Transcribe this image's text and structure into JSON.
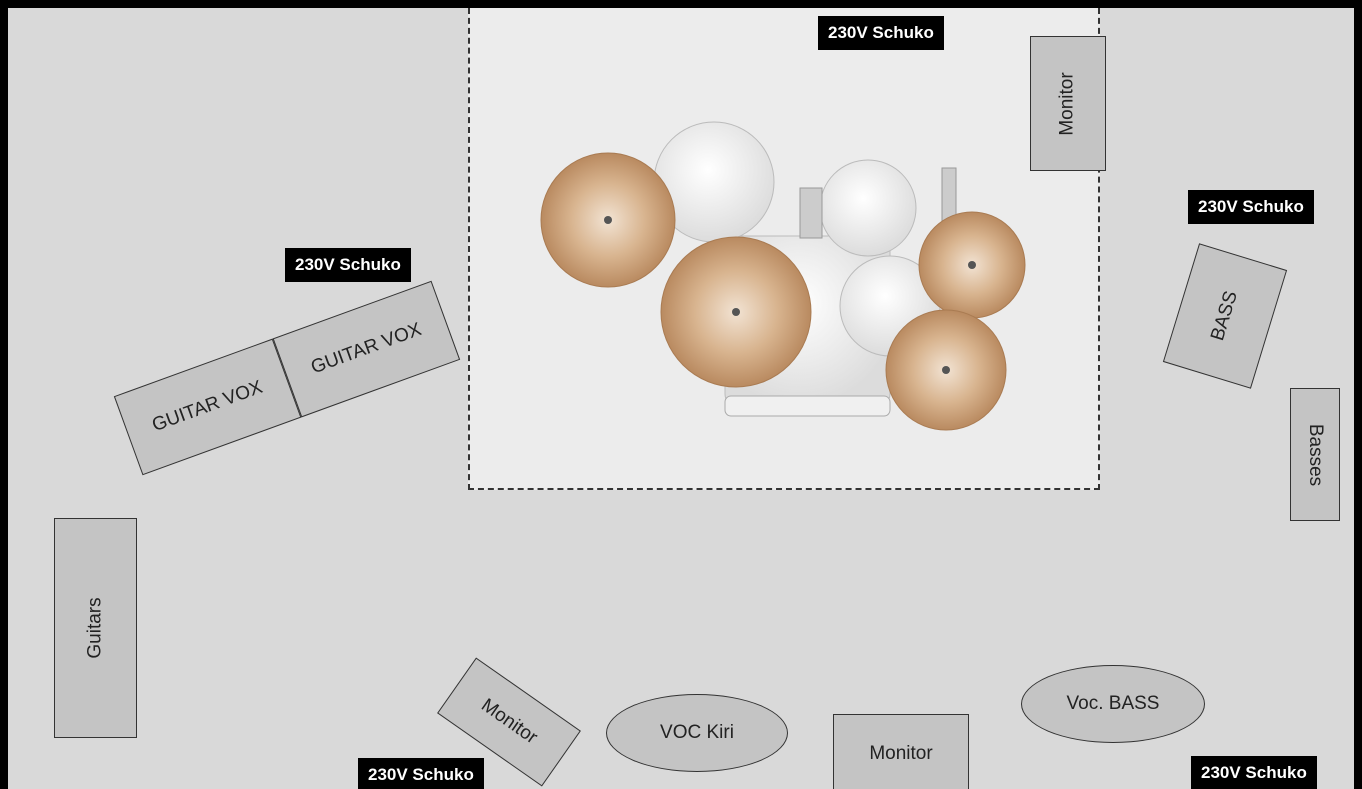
{
  "power_label": "230V Schuko",
  "monitor_label": "Monitor",
  "guitar_vox_label": "GUITAR VOX",
  "bass_label": "BASS",
  "basses_label": "Basses",
  "guitars_label": "Guitars",
  "voc_kiri_label": "VOC Kiri",
  "voc_bass_label": "Voc. BASS",
  "colors": {
    "background": "#d9d9d9",
    "frame": "#000000",
    "box_fill": "#c4c4c4",
    "cymbal": "#c9a27a",
    "drum_head": "#f4f4f4"
  }
}
